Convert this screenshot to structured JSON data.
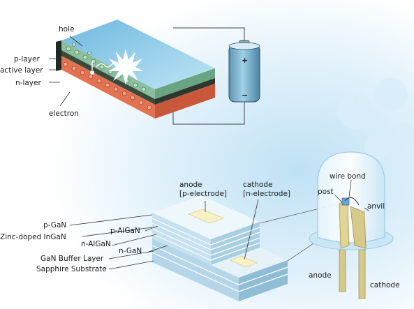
{
  "top": {
    "labels": {
      "hole": "hole",
      "p_layer": "p-layer",
      "active_layer": "active layer",
      "n_layer": "n-layer",
      "electron": "electron"
    },
    "battery": {
      "plus": "+",
      "minus": "−"
    }
  },
  "chip": {
    "anode_line1": "anode",
    "anode_line2": "[p-electrode]",
    "cathode_line1": "cathode",
    "cathode_line2": "[n-electrode]",
    "layers": {
      "p_gan": "p-GaN",
      "p_algan": "p-AlGaN",
      "zinc_ingan": "Zinc-doped InGaN",
      "n_algan": "n-AlGaN",
      "n_gan": "n-GaN",
      "buffer": "GaN Buffer Layer",
      "sapphire": "Sapphire Substrate"
    }
  },
  "led": {
    "wire_bond": "wire bond",
    "post": "post",
    "anvil": "anvil",
    "anode": "anode",
    "cathode": "cathode"
  },
  "colors": {
    "top_face": "#9dd3ea",
    "p_layer": "#8bbf9e",
    "active_layer": "#3a4a3c",
    "n_layer": "#e37350",
    "chip_layer": "#d7e9f3",
    "electrode": "#f7f1c6",
    "bg_glow": "#cfe8f7"
  }
}
